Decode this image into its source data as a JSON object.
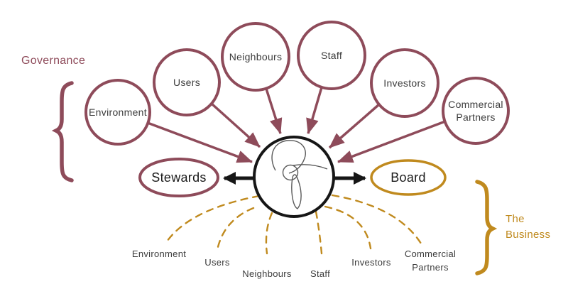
{
  "colors": {
    "maroon": "#8e4b5a",
    "gold": "#c08a1e",
    "ink": "#3c3c3c",
    "black": "#161616",
    "scribble": "#5a5a5a"
  },
  "governance": {
    "label": "Governance"
  },
  "business": {
    "line1": "The",
    "line2": "Business"
  },
  "top_circles": [
    {
      "label": "Environment"
    },
    {
      "label": "Users"
    },
    {
      "label": "Neighbours"
    },
    {
      "label": "Staff"
    },
    {
      "label": "Investors"
    },
    {
      "line1": "Commercial",
      "line2": "Partners"
    }
  ],
  "hub": {
    "stewards": "Stewards",
    "board": "Board"
  },
  "bottom_labels": [
    {
      "label": "Environment"
    },
    {
      "label": "Users"
    },
    {
      "label": "Neighbours"
    },
    {
      "label": "Staff"
    },
    {
      "label": "Investors"
    },
    {
      "line1": "Commercial",
      "line2": "Partners"
    }
  ]
}
